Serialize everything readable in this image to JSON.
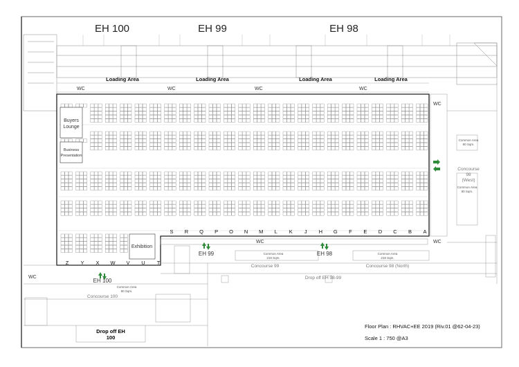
{
  "halls": [
    "EH 100",
    "EH 99",
    "EH 98"
  ],
  "loading_area_label": "Loading Area",
  "zones": {
    "buyers_lounge": [
      "Buyers",
      "Lounge"
    ],
    "business_presentation": [
      "Business",
      "Presentation"
    ],
    "exhibition": "Exhibition"
  },
  "columns_right": [
    "S",
    "R",
    "Q",
    "P",
    "O",
    "N",
    "M",
    "L",
    "K",
    "J",
    "H",
    "G",
    "F",
    "E",
    "D",
    "C",
    "B",
    "A"
  ],
  "columns_left": [
    "Z",
    "Y",
    "X",
    "W",
    "V",
    "U",
    "T"
  ],
  "entrances": {
    "eh100": "EH 100",
    "eh99": "EH 99",
    "eh98": "EH 98"
  },
  "concourses": {
    "c100": "Concourse 100",
    "c99": "Concourse 99",
    "c98_north": "Concourse 98 (North)",
    "c98_west": [
      "Concourse",
      "98",
      "(West)"
    ],
    "drop_off_98_99": "Drop off EH 98-99"
  },
  "common_areas": {
    "ca1": [
      "Common Area",
      "219 Sqm."
    ],
    "ca2": [
      "Common Area",
      "219 Sqm."
    ],
    "ca3": [
      "Common Area",
      "80 Sqm."
    ],
    "ca4": [
      "Common Area",
      "80 Sqm."
    ],
    "ca5": [
      "Common Area",
      "80 Sqm."
    ]
  },
  "wc_label": "WC",
  "drop_off_eh100": [
    "Drop off EH",
    "100"
  ],
  "floor_plan_title": "Floor Plan  :  RHVAC+EE 2019 (Riv.01 @62-04-23)",
  "scale_label": "Scale 1 : 750 @A3"
}
